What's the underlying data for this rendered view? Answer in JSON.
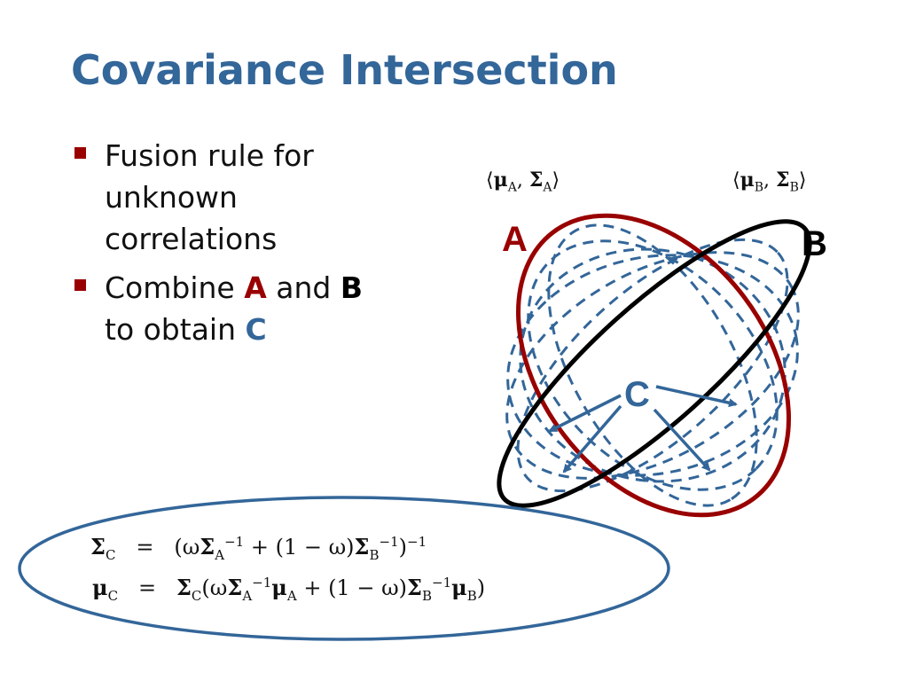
{
  "slide": {
    "title": "Covariance Intersection",
    "bullets": [
      {
        "lines": [
          "Fusion rule for",
          "unknown",
          "correlations"
        ]
      },
      {
        "line1_pre": "Combine ",
        "a": "A",
        "mid": " and ",
        "b": "B",
        "line2_pre": "to obtain ",
        "c": "C"
      }
    ]
  },
  "diagram": {
    "label_a": "A",
    "label_b": "B",
    "label_c": "C",
    "colors": {
      "a": "#990000",
      "b": "#000000",
      "c": "#336699"
    }
  },
  "equations": {
    "row1_lhs": "Σ",
    "row1_lhs_sub": "C",
    "row2_lhs": "μ",
    "row2_lhs_sub": "C",
    "eq": "="
  }
}
